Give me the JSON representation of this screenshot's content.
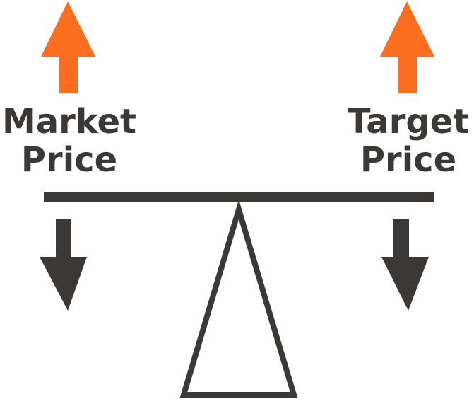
{
  "diagram": {
    "type": "seesaw-balance",
    "left": {
      "label_line1": "Market",
      "label_line2": "Price",
      "up_arrow": "arrow-up-icon",
      "down_arrow": "arrow-down-icon"
    },
    "right": {
      "label_line1": "Target",
      "label_line2": "Price",
      "up_arrow": "arrow-up-icon",
      "down_arrow": "arrow-down-icon"
    },
    "fulcrum": "triangle-fulcrum"
  },
  "colors": {
    "up_arrow": "#fb6d1f",
    "dark": "#3a3938",
    "background": "#ffffff"
  }
}
